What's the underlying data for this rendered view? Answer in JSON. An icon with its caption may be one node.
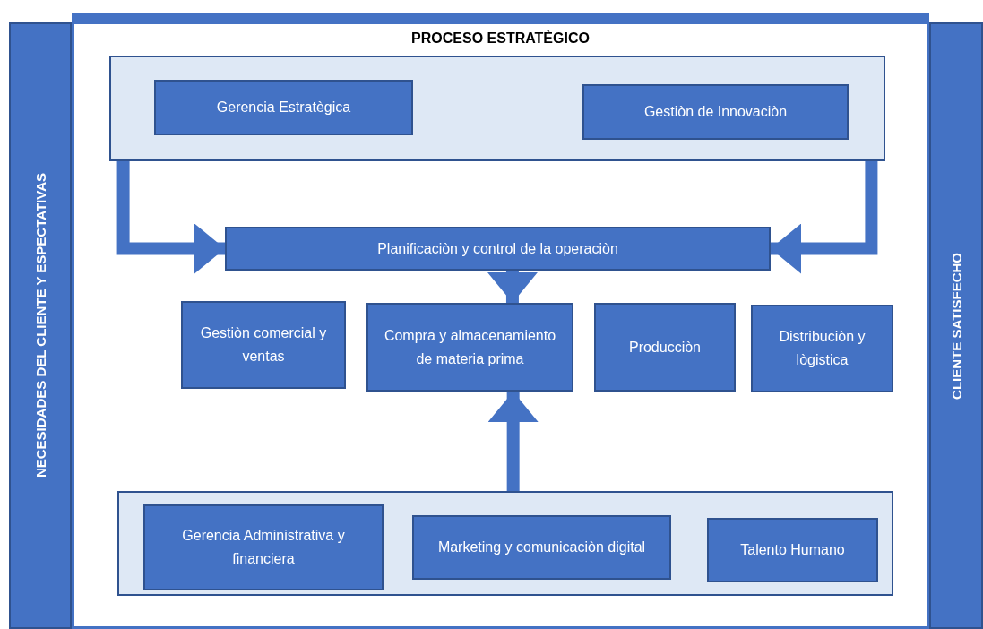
{
  "diagram": {
    "nodes": [
      {
        "text": [
          "NECESIDADES DEL CLIENTE Y ESPECTATIVAS"
        ]
      },
      {
        "text": [
          "PROCESO ESTRATÈGICO"
        ]
      },
      {
        "text": [],
        "shape": "box",
        "in": 1
      },
      {
        "text": [
          "Gerencia Estratègica"
        ],
        "in": 2
      },
      {
        "text": [
          "Gestiòn de Innovaciòn"
        ],
        "in": 2
      },
      {
        "text": [
          "Planificaciòn y control de la operaciòn"
        ],
        "in": 1
      },
      {
        "text": [
          "Gestiòn comercial y ventas"
        ],
        "in": 1
      },
      {
        "text": [
          "Compra y almacenamiento de materia prima"
        ],
        "in": 1
      },
      {
        "text": [
          "Producciòn"
        ],
        "in": 1
      },
      {
        "text": [
          "Distribuciòn y lògistica"
        ],
        "in": 1
      },
      {
        "text": [],
        "shape": "box",
        "in": 1
      },
      {
        "text": [
          "Gerencia Administrativa y financiera"
        ],
        "in": 10
      },
      {
        "text": [
          "Marketing y comunicaciòn digital"
        ],
        "in": 10
      },
      {
        "text": [
          "Talento Humano"
        ],
        "in": 10
      },
      {
        "text": [
          "CLIENTE SATISFECHO"
        ]
      }
    ],
    "edges": [
      {
        "from": 2,
        "to": 5,
        "arrow": "to"
      },
      {
        "from": 2,
        "to": 5,
        "arrow": "to"
      },
      {
        "from": 5,
        "to": 7,
        "arrow": "to"
      },
      {
        "from": 10,
        "to": 7,
        "arrow": "to"
      }
    ]
  }
}
